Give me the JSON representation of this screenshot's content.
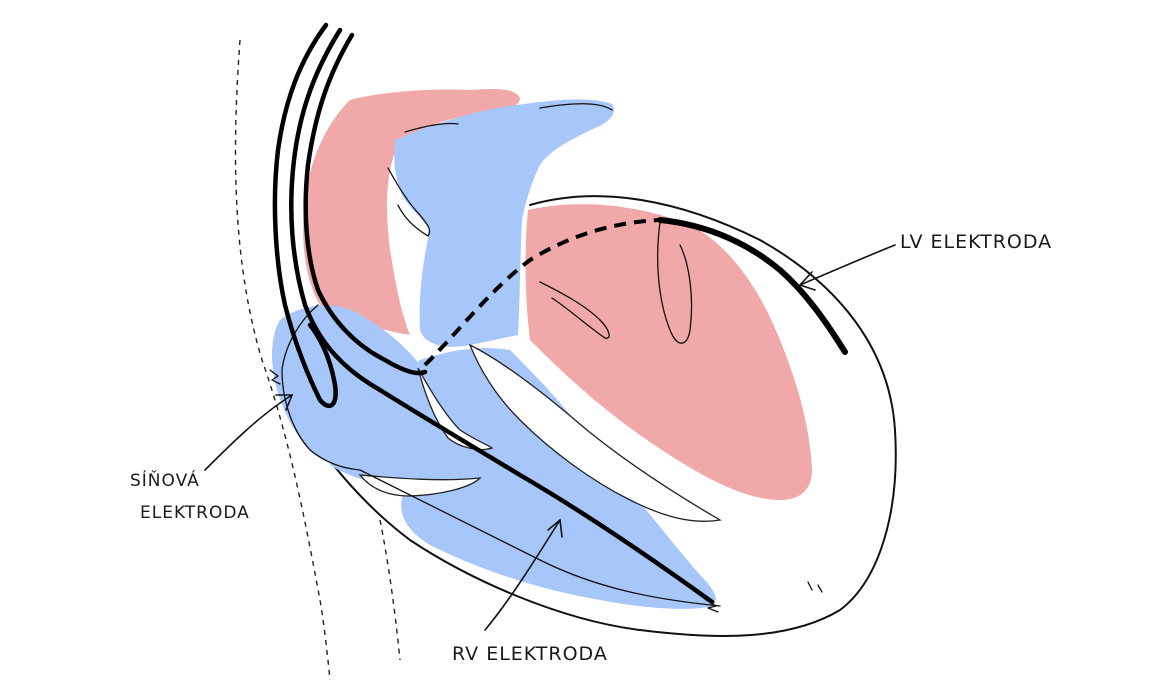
{
  "labels": {
    "lv_electrode": "LV ELEKTRODA",
    "atrial_electrode_line1": "SÍŇOVÁ",
    "atrial_electrode_line2": "ELEKTRODA",
    "rv_electrode": "RV ELEKTRODA"
  },
  "colors": {
    "left_heart": "#f0a8a8",
    "right_heart": "#a7c7fb",
    "lead": "#000000",
    "outline": "#111111"
  }
}
